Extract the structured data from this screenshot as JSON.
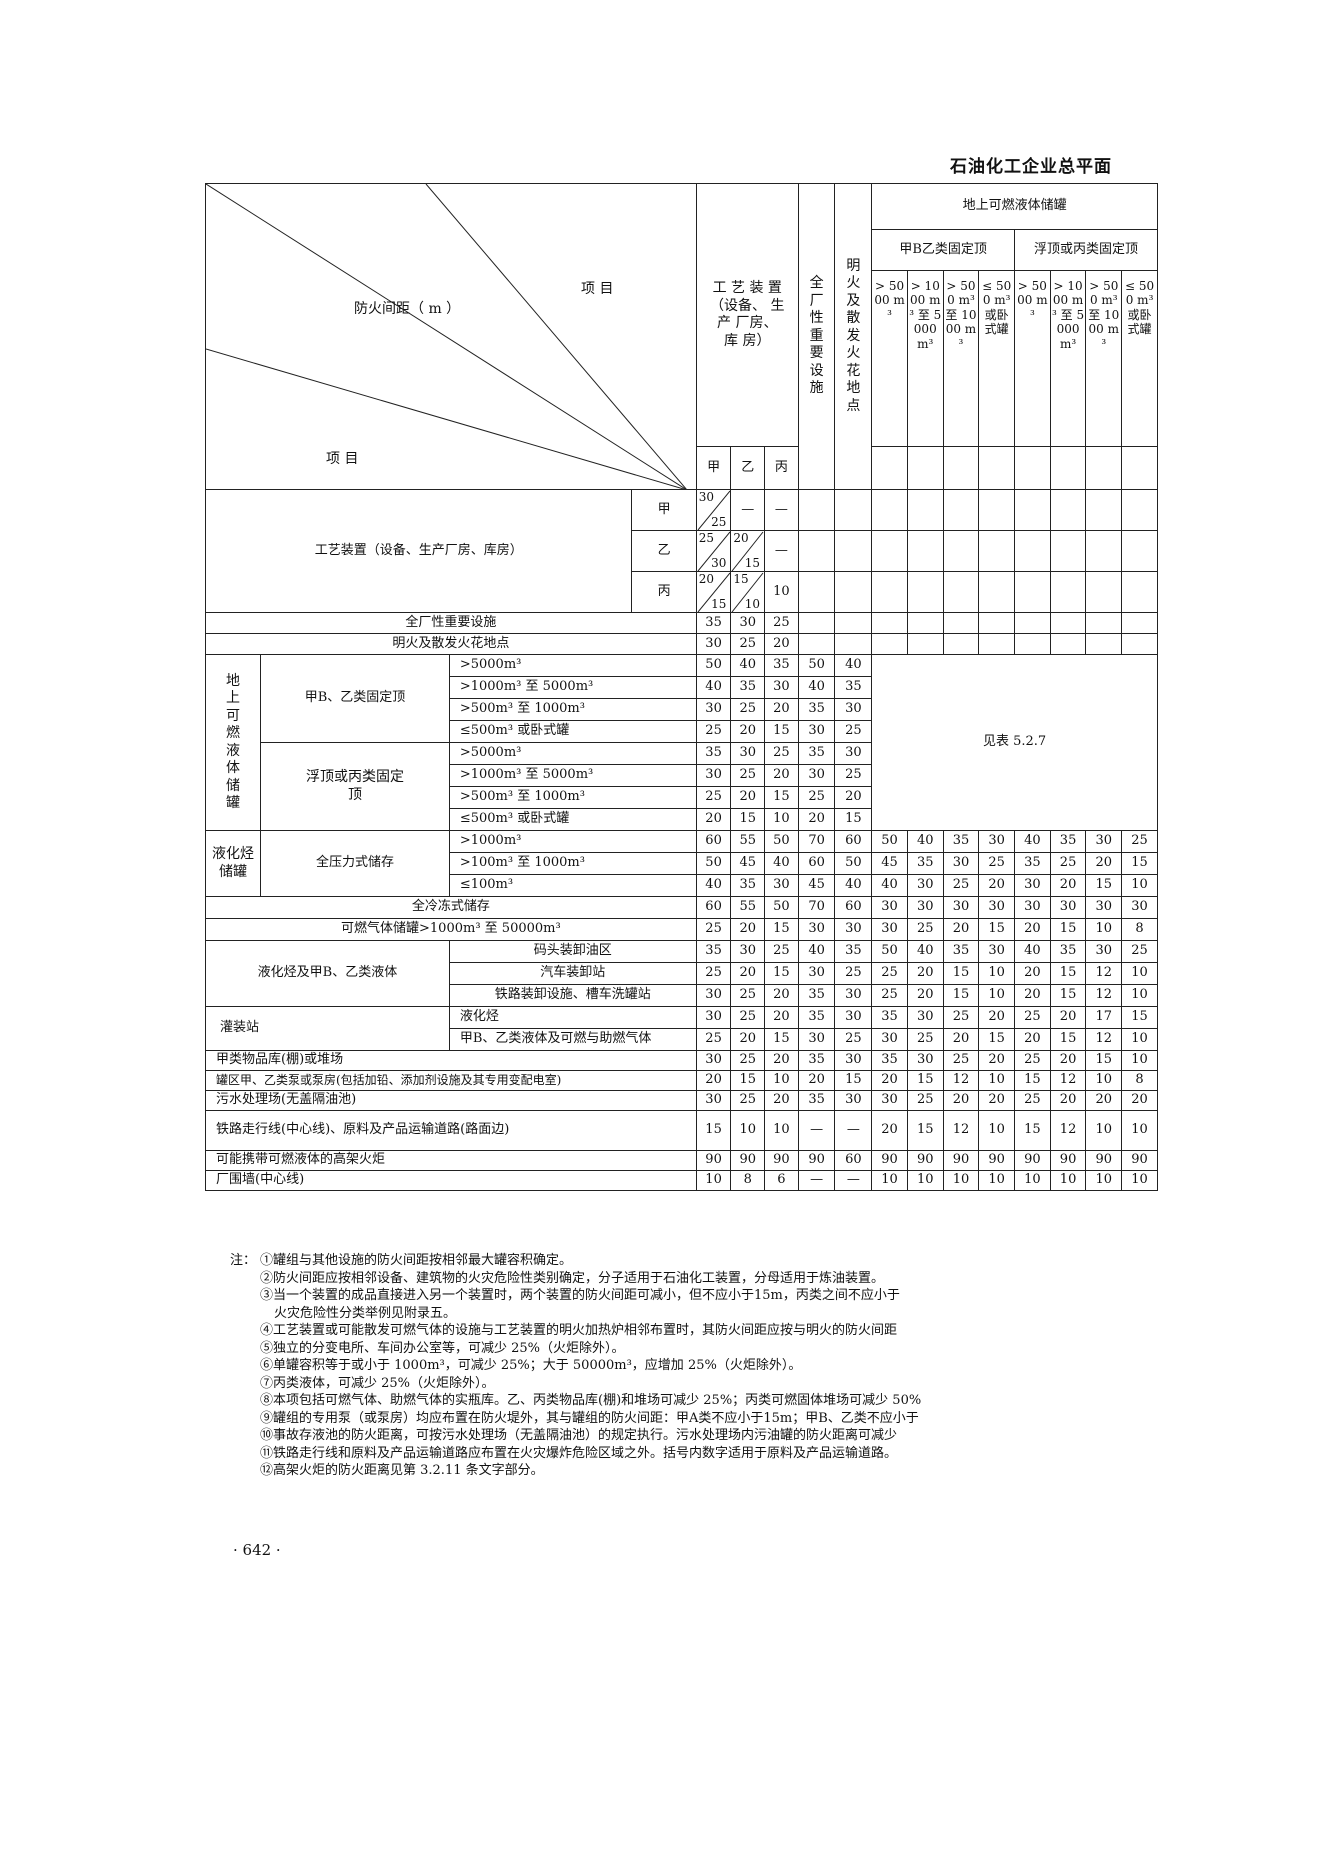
{
  "header": {
    "title": "石油化工企业总平面"
  },
  "head": {
    "corner_item_top": "项  目",
    "corner_fire": "防火间距（ m ）",
    "corner_item_bottom": "项  目",
    "process": "工 艺 装 置 （设备、 生 产 厂房、 库 房）",
    "plantwide": "全厂性重要设施",
    "openfire": "明火及散发火花地点",
    "tank": "地上可燃液体储罐",
    "fixed_group": "甲B乙类固定顶",
    "float_group": "浮顶或丙类固定顶",
    "sub": [
      "> 5000 m³",
      "> 1000 m³ 至 5000 m³",
      "> 500 m³ 至 1000 m³",
      "≤ 500 m³ 或卧式罐",
      "> 5000 m³",
      "> 1000 m³ 至 5000 m³",
      "> 500 m³ 至 1000 m³",
      "≤ 500 m³ 或卧式罐"
    ],
    "class": [
      "甲",
      "乙",
      "丙"
    ]
  },
  "rows": {
    "proc_label": "工艺装置（设备、生产厂房、库房）",
    "proc_classes": [
      "甲",
      "乙",
      "丙"
    ],
    "proc_cells": {
      "a1n": "30",
      "a1d": "25",
      "b1n": "25",
      "b1d": "30",
      "b2n": "20",
      "b2d": "15",
      "c1n": "20",
      "c1d": "15",
      "c2n": "15",
      "c2d": "10",
      "c3": "10",
      "dash": "—"
    },
    "plantwide": {
      "label": "全厂性重要设施",
      "v": [
        "35",
        "30",
        "25"
      ]
    },
    "openfire": {
      "label": "明火及散发火花地点",
      "v": [
        "30",
        "25",
        "20"
      ]
    },
    "tank_label": "地上可燃液体储罐",
    "fixed_label": "甲B、乙类固定顶",
    "float_label": "浮顶或丙类固定顶",
    "see": "见表 5.2.7",
    "tank_rows": [
      {
        "c": ">5000m³",
        "v": [
          "50",
          "40",
          "35",
          "50",
          "40"
        ]
      },
      {
        "c": ">1000m³ 至 5000m³",
        "v": [
          "40",
          "35",
          "30",
          "40",
          "35"
        ]
      },
      {
        "c": ">500m³ 至 1000m³",
        "v": [
          "30",
          "25",
          "20",
          "35",
          "30"
        ]
      },
      {
        "c": "≤500m³ 或卧式罐",
        "v": [
          "25",
          "20",
          "15",
          "30",
          "25"
        ]
      },
      {
        "c": ">5000m³",
        "v": [
          "35",
          "30",
          "25",
          "35",
          "30"
        ]
      },
      {
        "c": ">1000m³ 至 5000m³",
        "v": [
          "30",
          "25",
          "20",
          "30",
          "25"
        ]
      },
      {
        "c": ">500m³ 至 1000m³",
        "v": [
          "25",
          "20",
          "15",
          "25",
          "20"
        ]
      },
      {
        "c": "≤500m³ 或卧式罐",
        "v": [
          "20",
          "15",
          "10",
          "20",
          "15"
        ]
      }
    ],
    "lpg_label": "液化烃储罐",
    "pressure_label": "全压力式储存",
    "lpg_rows": [
      {
        "c": ">1000m³",
        "v": [
          "60",
          "55",
          "50",
          "70",
          "60",
          "50",
          "40",
          "35",
          "30",
          "40",
          "35",
          "30",
          "25"
        ]
      },
      {
        "c": ">100m³ 至 1000m³",
        "v": [
          "50",
          "45",
          "40",
          "60",
          "50",
          "45",
          "35",
          "30",
          "25",
          "35",
          "25",
          "20",
          "15"
        ]
      },
      {
        "c": "≤100m³",
        "v": [
          "40",
          "35",
          "30",
          "45",
          "40",
          "40",
          "30",
          "25",
          "20",
          "30",
          "20",
          "15",
          "10"
        ]
      }
    ],
    "frozen": {
      "c": "全冷冻式储存",
      "v": [
        "60",
        "55",
        "50",
        "70",
        "60",
        "30",
        "30",
        "30",
        "30",
        "30",
        "30",
        "30",
        "30"
      ]
    },
    "gas": {
      "c": "可燃气体储罐>1000m³ 至 50000m³",
      "v": [
        "25",
        "20",
        "15",
        "30",
        "30",
        "30",
        "25",
        "20",
        "15",
        "20",
        "15",
        "10",
        "8"
      ]
    },
    "load_label": "液化烃及甲B、乙类液体",
    "load_rows": [
      {
        "c": "码头装卸油区",
        "v": [
          "35",
          "30",
          "25",
          "40",
          "35",
          "50",
          "40",
          "35",
          "30",
          "40",
          "35",
          "30",
          "25"
        ]
      },
      {
        "c": "汽车装卸站",
        "v": [
          "25",
          "20",
          "15",
          "30",
          "25",
          "25",
          "20",
          "15",
          "10",
          "20",
          "15",
          "12",
          "10"
        ]
      },
      {
        "c": "铁路装卸设施、槽车洗罐站",
        "v": [
          "30",
          "25",
          "20",
          "35",
          "30",
          "25",
          "20",
          "15",
          "10",
          "20",
          "15",
          "12",
          "10"
        ]
      }
    ],
    "fill_label": "灌装站",
    "fill_rows": [
      {
        "c": "液化烃",
        "v": [
          "30",
          "25",
          "20",
          "35",
          "30",
          "35",
          "30",
          "25",
          "20",
          "25",
          "20",
          "17",
          "15"
        ]
      },
      {
        "c": "甲B、乙类液体及可燃与助燃气体",
        "v": [
          "25",
          "20",
          "15",
          "30",
          "25",
          "30",
          "25",
          "20",
          "15",
          "20",
          "15",
          "12",
          "10"
        ]
      }
    ],
    "tail_rows": [
      {
        "c": "甲类物品库(棚)或堆场",
        "v": [
          "30",
          "25",
          "20",
          "35",
          "30",
          "35",
          "30",
          "25",
          "20",
          "25",
          "20",
          "15",
          "10"
        ]
      },
      {
        "c": "罐区甲、乙类泵或泵房(包括加铅、添加剂设施及其专用变配电室)",
        "v": [
          "20",
          "15",
          "10",
          "20",
          "15",
          "20",
          "15",
          "12",
          "10",
          "15",
          "12",
          "10",
          "8"
        ]
      },
      {
        "c": "污水处理场(无盖隔油池)",
        "v": [
          "30",
          "25",
          "20",
          "35",
          "30",
          "30",
          "25",
          "20",
          "20",
          "25",
          "20",
          "20",
          "20"
        ]
      },
      {
        "c": "铁路走行线(中心线)、原料及产品运输道路(路面边)",
        "v": [
          "15",
          "10",
          "10",
          "—",
          "—",
          "20",
          "15",
          "12",
          "10",
          "15",
          "12",
          "10",
          "10"
        ]
      },
      {
        "c": "可能携带可燃液体的高架火炬",
        "v": [
          "90",
          "90",
          "90",
          "90",
          "60",
          "90",
          "90",
          "90",
          "90",
          "90",
          "90",
          "90",
          "90"
        ]
      },
      {
        "c": "厂围墙(中心线)",
        "v": [
          "10",
          "8",
          "6",
          "—",
          "—",
          "10",
          "10",
          "10",
          "10",
          "10",
          "10",
          "10",
          "10"
        ]
      }
    ]
  },
  "notes": {
    "label": "注：",
    "lines": [
      "①罐组与其他设施的防火间距按相邻最大罐容积确定。",
      "②防火间距应按相邻设备、建筑物的火灾危险性类别确定，分子适用于石油化工装置，分母适用于炼油装置。",
      "③当一个装置的成品直接进入另一个装置时，两个装置的防火间距可减小，但不应小于15m，丙类之间不应小于",
      "火灾危险性分类举例见附录五。",
      "④工艺装置或可能散发可燃气体的设施与工艺装置的明火加热炉相邻布置时，其防火间距应按与明火的防火间距",
      "⑤独立的分变电所、车间办公室等，可减少 25%（火炬除外）。",
      "⑥单罐容积等于或小于 1000m³，可减少 25%；大于 50000m³，应增加 25%（火炬除外）。",
      "⑦丙类液体，可减少 25%（火炬除外）。",
      "⑧本项包括可燃气体、助燃气体的实瓶库。乙、丙类物品库(棚)和堆场可减少 25%；丙类可燃固体堆场可减少 50%",
      "⑨罐组的专用泵（或泵房）均应布置在防火堤外，其与罐组的防火间距：甲A类不应小于15m；甲B、乙类不应小于",
      "⑩事故存液池的防火距离，可按污水处理场（无盖隔油池）的规定执行。污水处理场内污油罐的防火距离可减少",
      "⑪铁路走行线和原料及产品运输道路应布置在火灾爆炸危险区域之外。括号内数字适用于原料及产品运输道路。",
      "⑫高架火炬的防火距离见第 3.2.11 条文字部分。"
    ]
  },
  "page_number": "· 642 ·"
}
